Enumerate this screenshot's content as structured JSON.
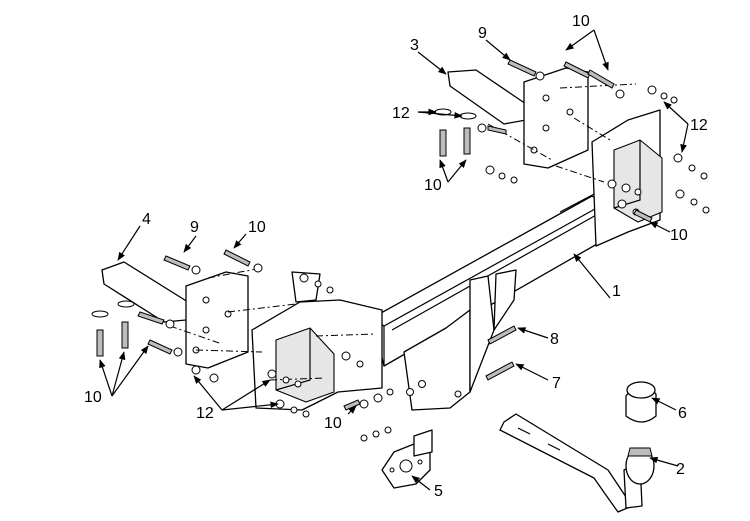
{
  "labels": {
    "l1": "1",
    "l2": "2",
    "l3": "3",
    "l4": "4",
    "l5": "5",
    "l6": "6",
    "l7": "7",
    "l8": "8",
    "l9_top": "9",
    "l9_left": "9",
    "l10_top": "10",
    "l10_top_left": "10",
    "l10_right": "10",
    "l10_left": "10",
    "l10_left_bottom": "10",
    "l10_center": "10",
    "l12_top": "12",
    "l12_right": "12",
    "l12_bottom": "12"
  }
}
